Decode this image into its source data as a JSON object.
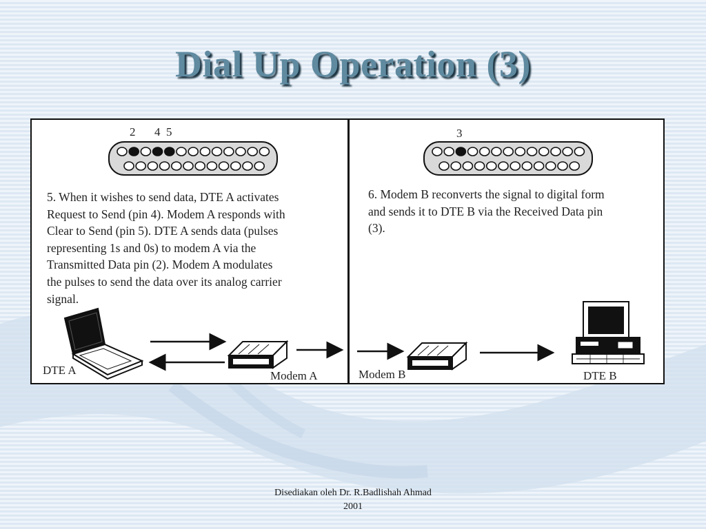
{
  "slide": {
    "title": "Dial Up Operation (3)",
    "footer_line1": "Disediakan oleh Dr. R.Badlishah Ahmad",
    "footer_line2": "2001"
  },
  "panel_left": {
    "pin_labels": [
      "2",
      "4",
      "5"
    ],
    "caption": "5. When it wishes to send data, DTE A activates\nRequest to Send (pin 4). Modem A responds with\nClear to Send (pin 5). DTE A sends data (pulses\nrepresenting 1s and 0s) to modem A via the\nTransmitted Data pin (2). Modem A modulates\nthe pulses to send the data over its analog carrier\nsignal.",
    "device_label": "DTE A",
    "modem_label": "Modem A"
  },
  "panel_right": {
    "pin_labels": [
      "3"
    ],
    "caption": "6. Modem B reconverts the signal to digital form\nand sends it to DTE B via the Received Data pin\n(3).",
    "device_label": "DTE B",
    "modem_label": "Modem B"
  },
  "icons": [
    "connector-icon",
    "laptop-icon",
    "modem-icon",
    "desktop-computer-icon",
    "arrow-right-icon",
    "arrow-left-icon"
  ]
}
